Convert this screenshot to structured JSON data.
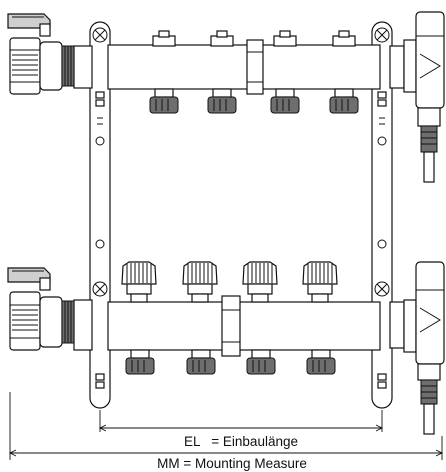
{
  "diagram": {
    "legend": {
      "el_label": "EL   = Einbaulänge",
      "mm_label": "MM = Mounting Measure"
    },
    "colors": {
      "line": "#111111",
      "metal": "#cfcfcf",
      "dark": "#6e6e6e",
      "background": "#ffffff"
    },
    "parts": [
      "mounting-bracket",
      "supply-manifold",
      "return-manifold",
      "ball-valve",
      "thermometer-body",
      "drain-fitting",
      "flow-valve",
      "control-valve-cap"
    ],
    "supply_outlets": 4,
    "return_outlets": 4
  }
}
